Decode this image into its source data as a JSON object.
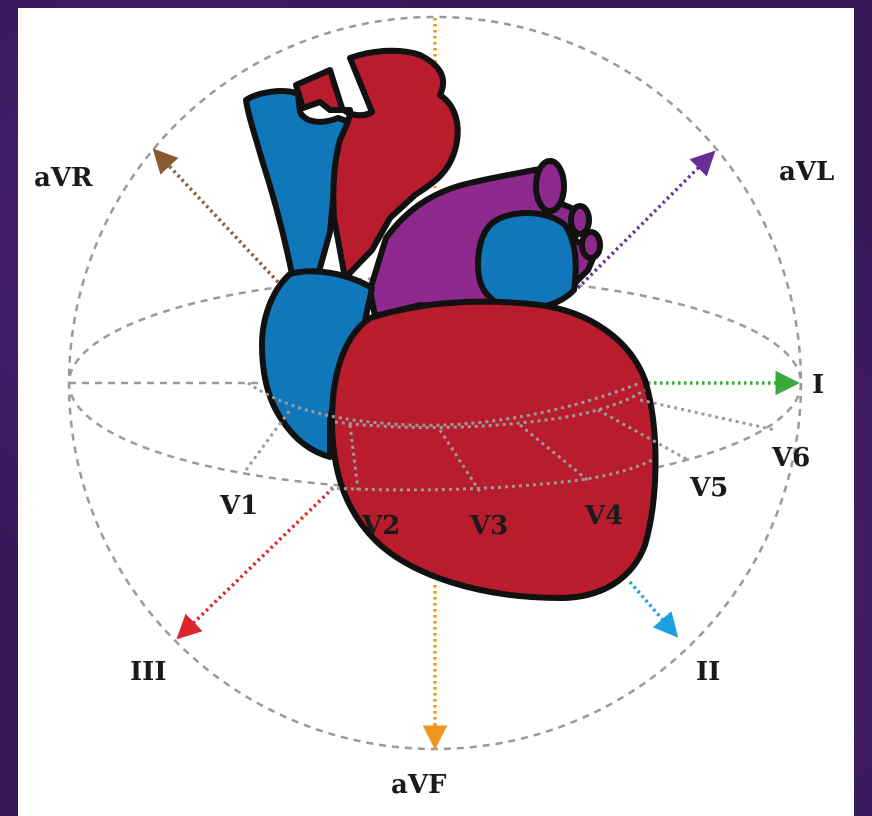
{
  "diagram": {
    "limb_leads": {
      "I": "I",
      "II": "II",
      "III": "III",
      "aVR": "aVR",
      "aVL": "aVL",
      "aVF": "aVF"
    },
    "precordial_leads": {
      "V1": "V1",
      "V2": "V2",
      "V3": "V3",
      "V4": "V4",
      "V5": "V5",
      "V6": "V6"
    },
    "colors": {
      "lead_I": "#3aaa3a",
      "lead_II": "#1aa0e0",
      "lead_III": "#e0242c",
      "lead_aVR": "#8a5a30",
      "lead_aVL": "#6a2f96",
      "lead_aVF": "#f0961e",
      "heart_red": "#b91c2c",
      "heart_blue": "#1177bb",
      "heart_purple": "#8e2a8e",
      "guide_gray": "#9a9a9a",
      "outline": "#111111"
    }
  }
}
